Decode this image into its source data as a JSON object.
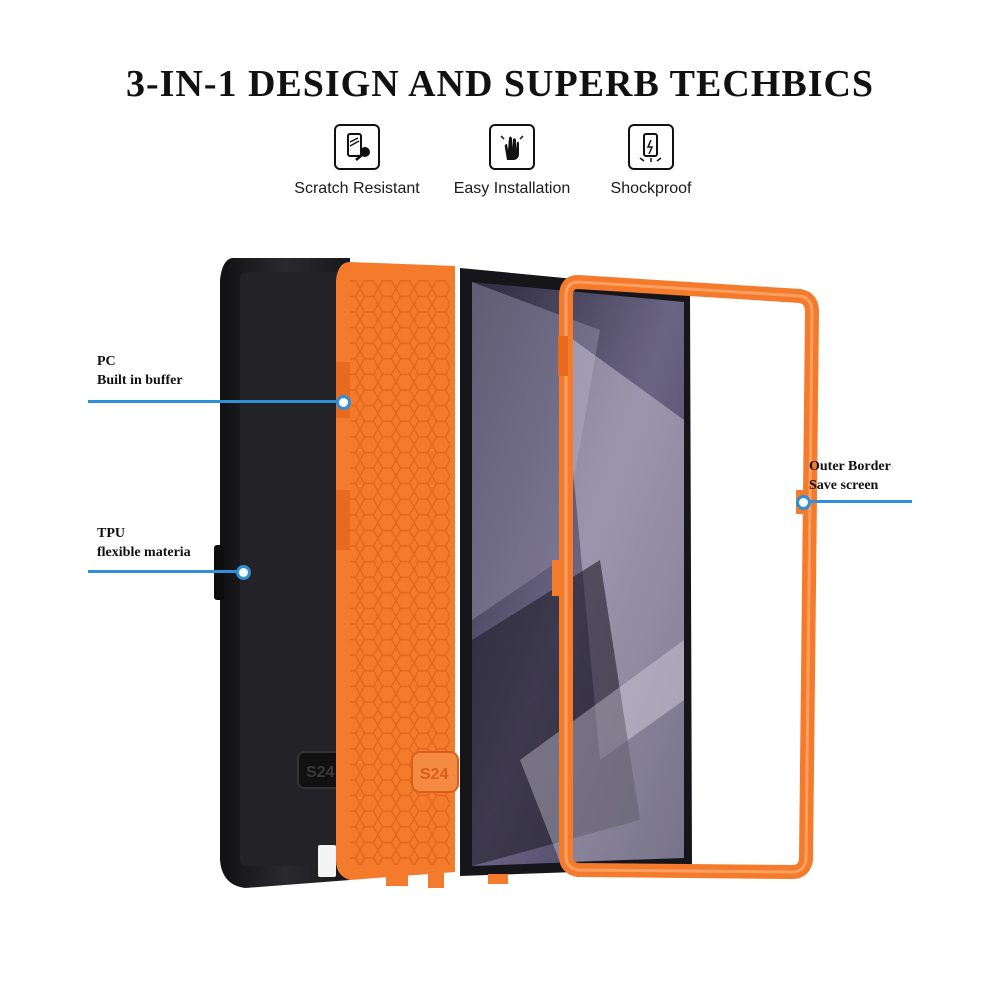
{
  "header": {
    "title": "3-IN-1 DESIGN AND SUPERB TECHBICS"
  },
  "features": [
    {
      "icon": "scratch-resistant-icon",
      "label": "Scratch Resistant"
    },
    {
      "icon": "easy-installation-icon",
      "label": "Easy Installation"
    },
    {
      "icon": "shockproof-icon",
      "label": "Shockproof"
    }
  ],
  "callouts": {
    "pc": {
      "line1": "PC",
      "line2": "Built in buffer"
    },
    "tpu": {
      "line1": "TPU",
      "line2": "flexible materia"
    },
    "border": {
      "line1": "Outer Border",
      "line2": "Save screen"
    }
  },
  "product": {
    "badge_text_1": "S24",
    "badge_text_2": "S24"
  },
  "colors": {
    "accent_orange": "#f47a2c",
    "case_black": "#1b1b1d",
    "callout_blue": "#2f8fd8"
  }
}
